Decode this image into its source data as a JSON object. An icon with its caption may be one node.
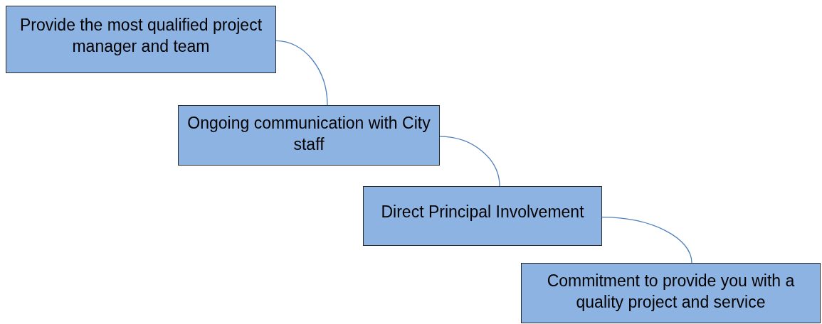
{
  "diagram": {
    "nodes": [
      {
        "text": [
          "Provide the most qualified project manager and team"
        ]
      },
      {
        "text": [
          "Ongoing communication with City staff"
        ]
      },
      {
        "text": [
          "Direct Principal Involvement"
        ]
      },
      {
        "text": [
          "Commitment to provide you with a quality project and service"
        ]
      }
    ],
    "edges": [
      {
        "from": 0,
        "to": 1,
        "arrow": "none"
      },
      {
        "from": 1,
        "to": 2,
        "arrow": "none"
      },
      {
        "from": 2,
        "to": 3,
        "arrow": "none"
      }
    ]
  }
}
